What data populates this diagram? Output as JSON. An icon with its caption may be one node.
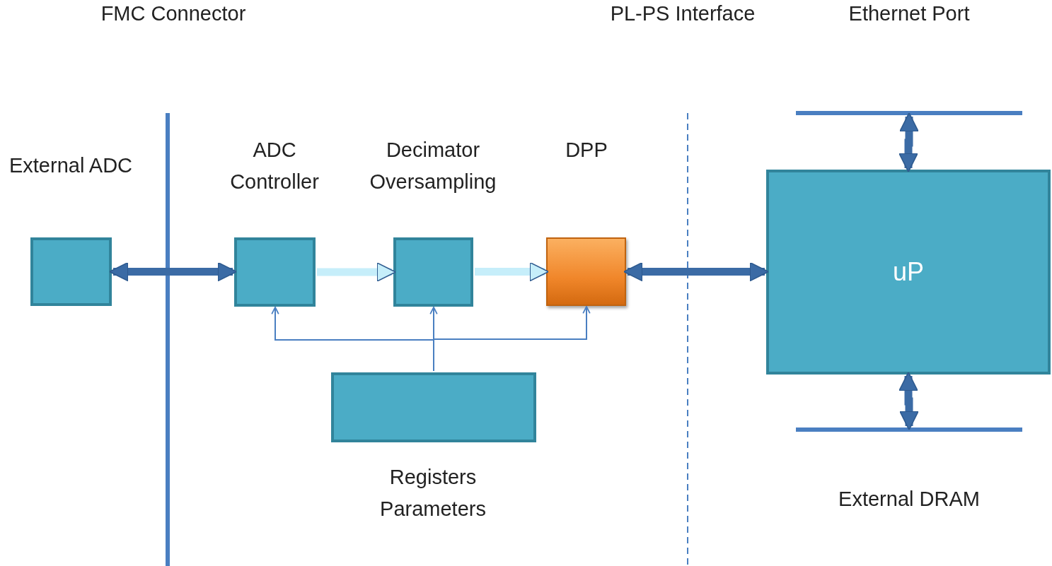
{
  "diagram": {
    "nodes": [
      {
        "text": [
          "External ADC"
        ]
      },
      {
        "text": [
          "ADC Controller"
        ]
      },
      {
        "text": [
          "Decimator Oversampling"
        ]
      },
      {
        "text": [
          "DPP"
        ]
      },
      {
        "text": [
          "Registers Parameters"
        ]
      },
      {
        "text": [
          "uP"
        ]
      },
      {
        "text": [
          "Ethernet Port"
        ]
      },
      {
        "text": [
          "External DRAM"
        ]
      }
    ],
    "edges": [
      {
        "from": 0,
        "to": 1,
        "arrow": "both"
      },
      {
        "from": 1,
        "to": 2,
        "arrow": "to",
        "color": "#c6eefa"
      },
      {
        "from": 2,
        "to": 3,
        "arrow": "to",
        "color": "#c6eefa"
      },
      {
        "from": 3,
        "to": 5,
        "arrow": "both"
      },
      {
        "from": 4,
        "to": 1,
        "arrow": "to",
        "color": "#4a7fc1"
      },
      {
        "from": 4,
        "to": 2,
        "arrow": "to",
        "color": "#4a7fc1"
      },
      {
        "from": 4,
        "to": 3,
        "arrow": "to",
        "color": "#4a7fc1"
      },
      {
        "from": 5,
        "to": 6,
        "arrow": "both"
      },
      {
        "from": 5,
        "to": 7,
        "arrow": "both"
      }
    ],
    "labels": [
      "FMC Connector",
      "PL-PS Interface"
    ]
  }
}
